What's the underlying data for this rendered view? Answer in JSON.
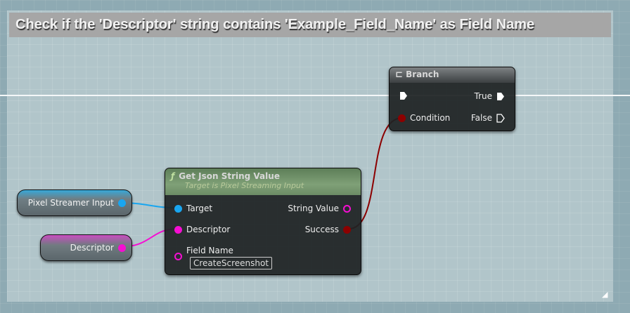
{
  "comment": {
    "title": "Check if the 'Descriptor' string contains 'Example_Field_Name' as Field Name"
  },
  "branch": {
    "title": "Branch",
    "pins": {
      "condition": "Condition",
      "true": "True",
      "false": "False"
    }
  },
  "json_node": {
    "title": "Get Json String Value",
    "subtitle": "Target is Pixel Streaming Input",
    "icon": "function-icon",
    "pins": {
      "target": "Target",
      "descriptor": "Descriptor",
      "field_name": "Field Name",
      "string_value": "String Value",
      "success": "Success"
    },
    "field_name_value": "CreateScreenshot"
  },
  "variables": {
    "pixel_streamer": "Pixel Streamer Input",
    "descriptor": "Descriptor"
  },
  "colors": {
    "object_pin": "#19a6f0",
    "string_pin": "#f50ed2",
    "bool_pin": "#8c0000",
    "exec": "#ffffff"
  }
}
